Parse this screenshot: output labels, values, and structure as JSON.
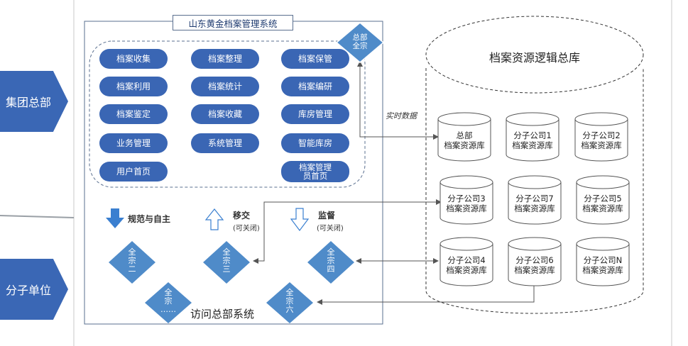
{
  "system_title": "山东黄金档案管理系统",
  "hq_badge": [
    "总部",
    "全宗"
  ],
  "modules": [
    {
      "label": "档案收集"
    },
    {
      "label": "档案整理"
    },
    {
      "label": "档案保管"
    },
    {
      "label": "档案利用"
    },
    {
      "label": "档案统计"
    },
    {
      "label": "档案编研"
    },
    {
      "label": "档案鉴定"
    },
    {
      "label": "档案收藏"
    },
    {
      "label": "库房管理"
    },
    {
      "label": "业务管理"
    },
    {
      "label": "系统管理"
    },
    {
      "label": "智能库房"
    },
    {
      "label": "用户首页"
    },
    {
      "label": "档案管理员首页"
    }
  ],
  "side_labels": {
    "hq": "集团总部",
    "sub": "分子单位"
  },
  "legend": {
    "norm": "规范与自主",
    "transfer": "移交",
    "transfer_note": "(可关闭)",
    "supervise": "监督",
    "supervise_note": "(可关闭)"
  },
  "fonds": [
    [
      "全",
      "宗",
      "二"
    ],
    [
      "全",
      "宗",
      "三"
    ],
    [
      "全",
      "宗",
      "四"
    ],
    [
      "全",
      "宗",
      "……"
    ],
    [
      "全",
      "宗",
      "六"
    ]
  ],
  "access_label": "访问总部系统",
  "realtime_label": "实时数据",
  "repo_title": "档案资源逻辑总库",
  "repos": [
    [
      "总部",
      "档案资源库"
    ],
    [
      "分子公司1",
      "档案资源库"
    ],
    [
      "分子公司2",
      "档案资源库"
    ],
    [
      "分子公司3",
      "档案资源库"
    ],
    [
      "分子公司7",
      "档案资源库"
    ],
    [
      "分子公司5",
      "档案资源库"
    ],
    [
      "分子公司4",
      "档案资源库"
    ],
    [
      "分子公司6",
      "档案资源库"
    ],
    [
      "分子公司N",
      "档案资源库"
    ]
  ],
  "colors": {
    "primary": "#3a66b4",
    "diamond": "#4f8bc9",
    "side": "#3a67b5"
  }
}
